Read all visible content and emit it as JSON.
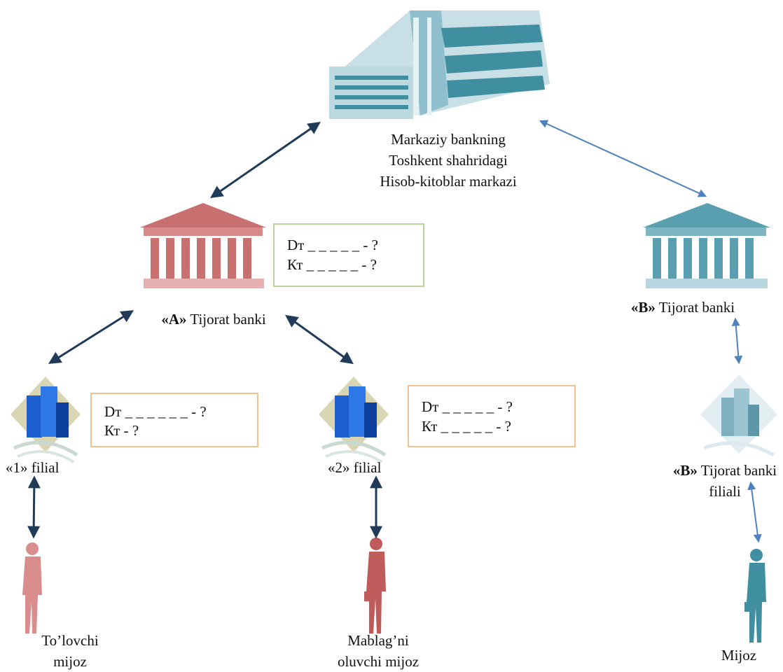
{
  "central_bank": {
    "label_lines": [
      "Markaziy bankning",
      "Toshkent shahridagi",
      "Hisob-kitoblar markazi"
    ]
  },
  "bank_a": {
    "label_bold": "«A»",
    "label_rest": " Tijorat banki",
    "ledger": {
      "debit": "Dт _ _ _ _ _ - ?",
      "credit": "Кт _ _ _ _ _ - ?"
    }
  },
  "bank_b": {
    "label_bold": "«B»",
    "label_rest": " Tijorat banki"
  },
  "branch_1": {
    "label": "«1» filial",
    "ledger": {
      "debit": "Dт _ _ _ _ _ _ - ?",
      "credit": "Кт                 - ?"
    }
  },
  "branch_2": {
    "label": "«2» filial",
    "ledger": {
      "debit": "Dт _ _ _ _ _ - ?",
      "credit": "Кт _ _ _ _ _ - ?"
    }
  },
  "branch_b": {
    "label_bold": "«B»",
    "label_rest": " Tijorat banki",
    "label_line2": "filiali"
  },
  "payer_client": {
    "label_lines": [
      "To’lovchi",
      "mijoz"
    ]
  },
  "receiver_client": {
    "label_lines": [
      "Mablag’ni",
      "oluvchi mijoz"
    ]
  },
  "b_client": {
    "label": "Mijoz"
  },
  "colors": {
    "dark_arrow": "#1f3b57",
    "light_arrow": "#4f81bd",
    "bank_a_red": "#c86f6f",
    "bank_b_teal": "#5a9fb0",
    "building_teal": "#3f8fa1"
  },
  "icons": {
    "central_bank": "office-building-icon",
    "bank": "classical-bank-icon",
    "branch": "city-skyscraper-icon",
    "person": "businessman-icon"
  }
}
